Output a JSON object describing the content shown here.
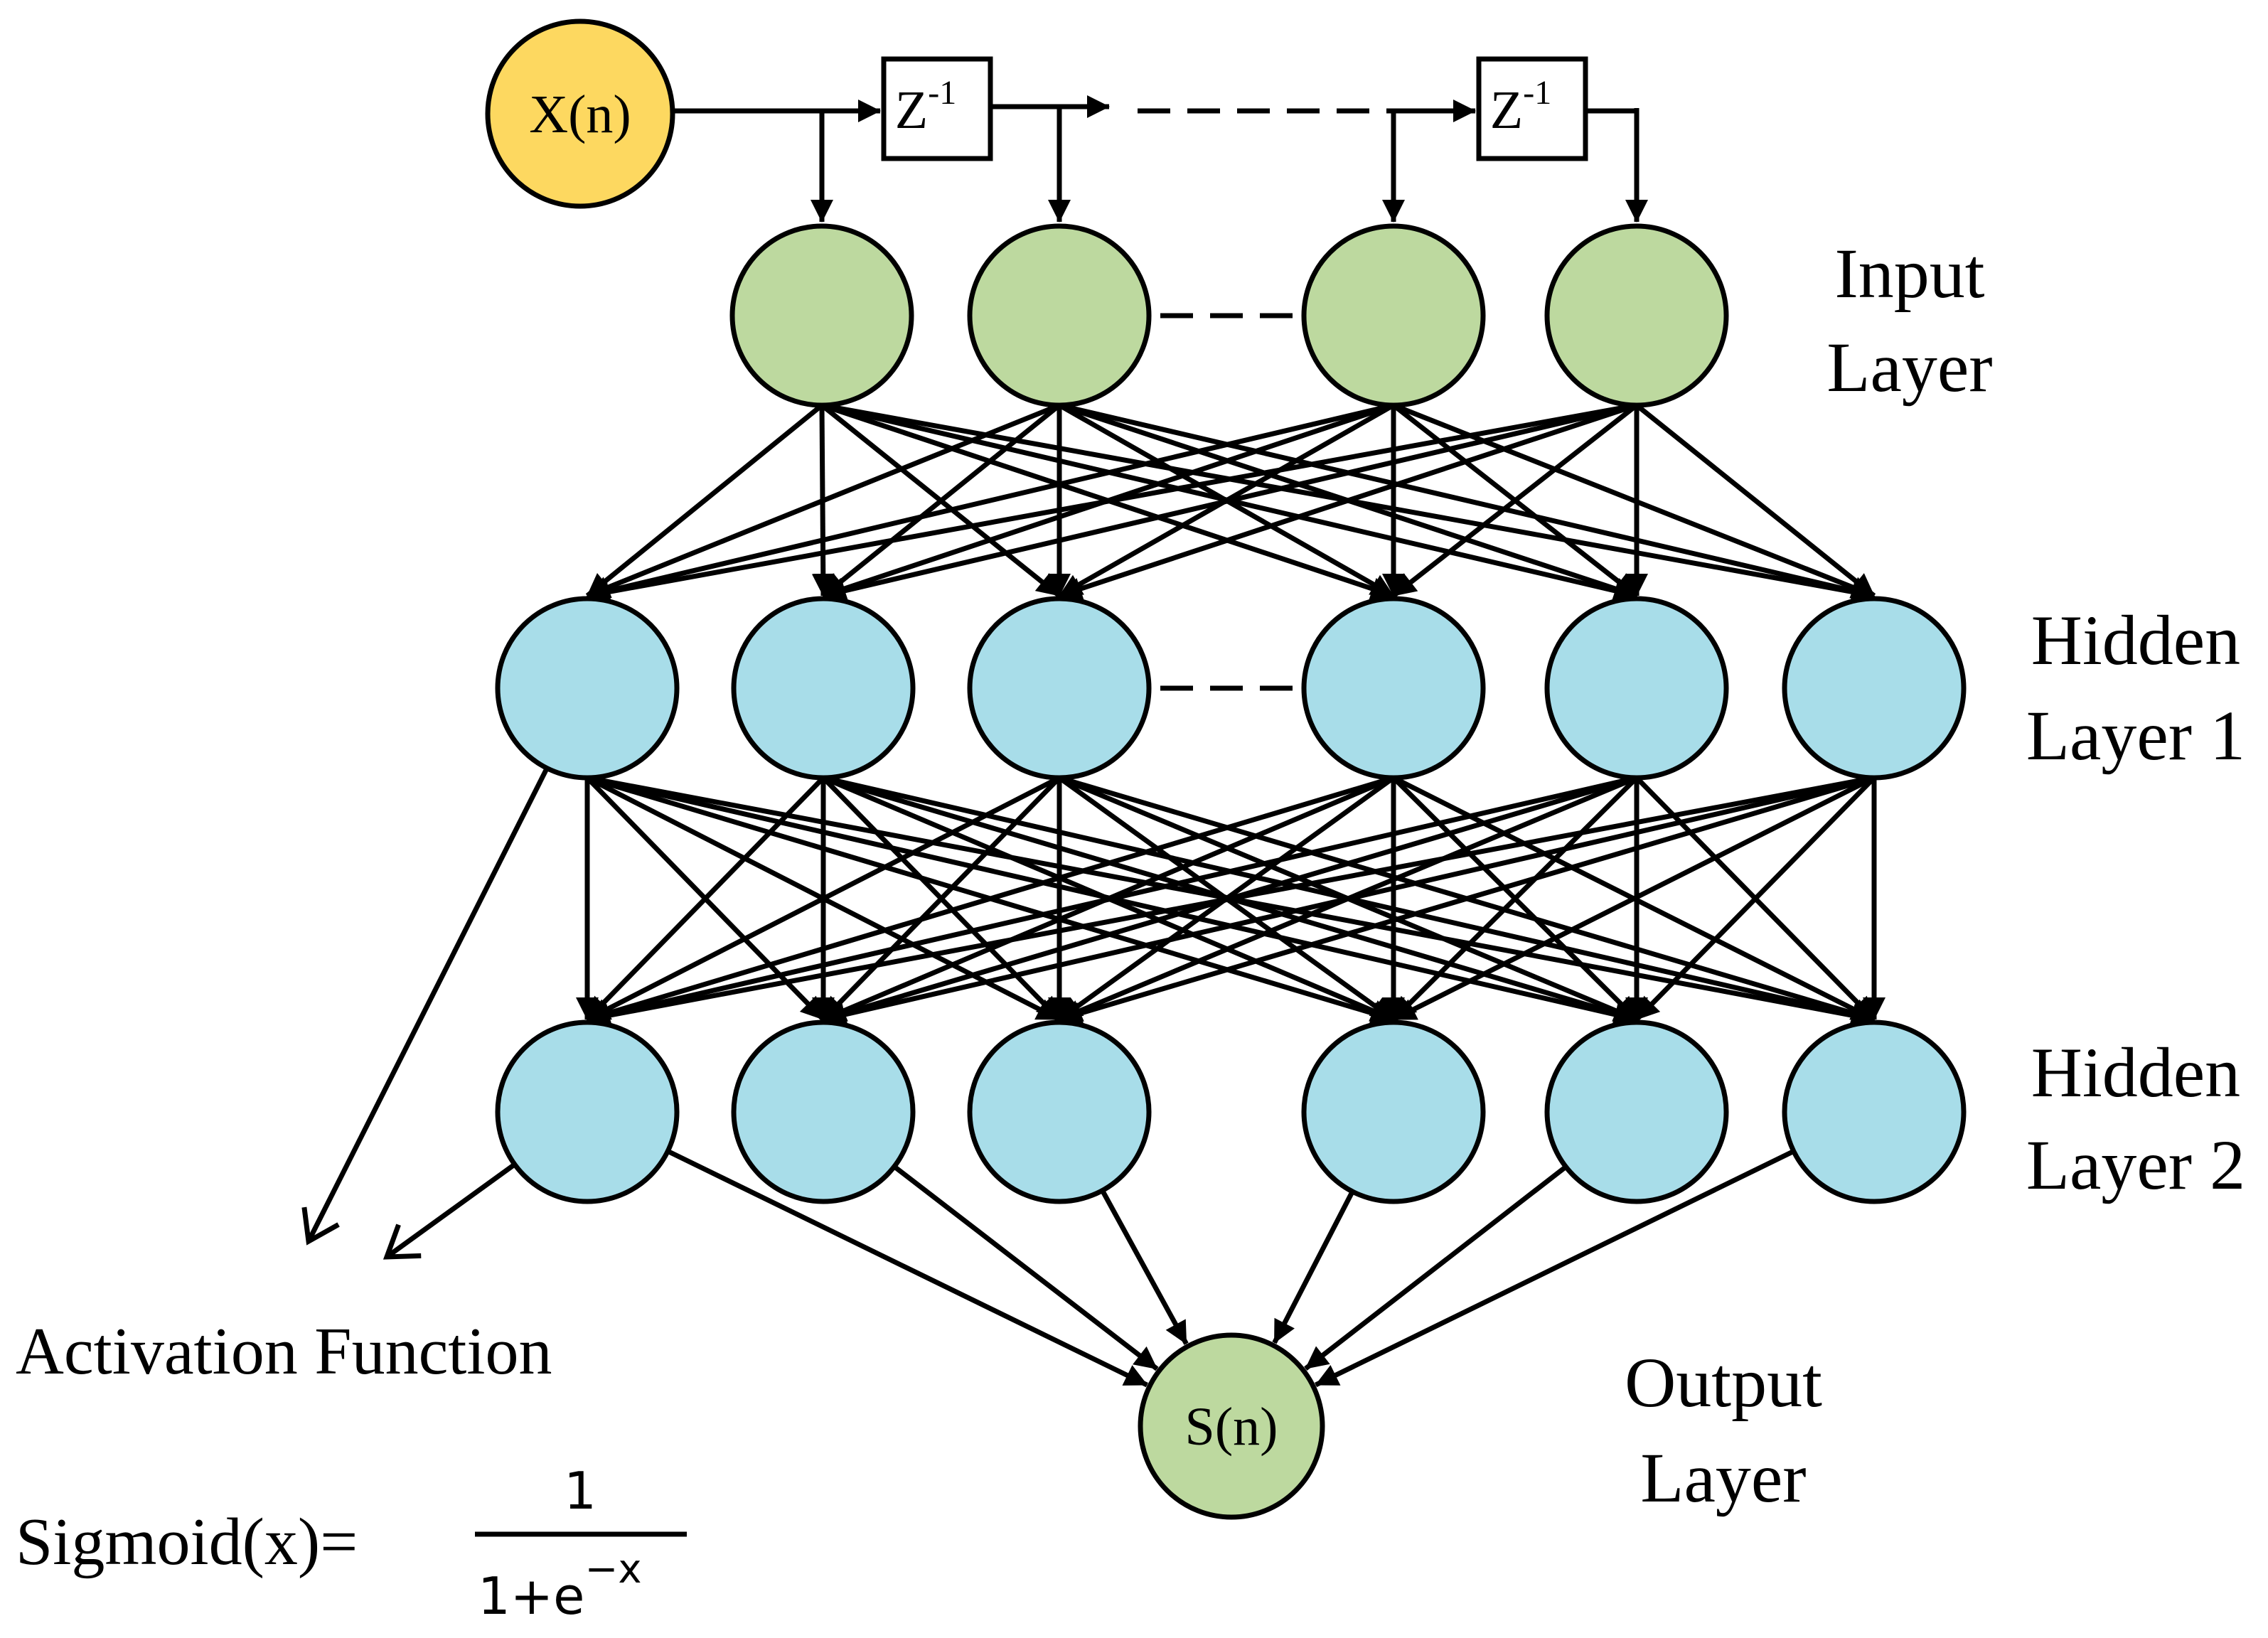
{
  "colors": {
    "source_node": "#FDD860",
    "input_node": "#BDD99F",
    "hidden_node": "#A8DDE9",
    "output_node": "#BDD99F",
    "stroke": "#000000"
  },
  "source": {
    "label": "X(n)"
  },
  "delay": {
    "label": "Z",
    "superscript": "-1"
  },
  "output": {
    "label": "S(n)"
  },
  "layers": {
    "input": {
      "line1": "Input",
      "line2": "Layer",
      "neuron_count": 4
    },
    "hidden1": {
      "line1": "Hidden",
      "line2": "Layer 1",
      "neuron_count": 6
    },
    "hidden2": {
      "line1": "Hidden",
      "line2": "Layer 2",
      "neuron_count": 6
    },
    "output": {
      "line1": "Output",
      "line2": "Layer",
      "neuron_count": 1
    }
  },
  "activation": {
    "title": "Activation Function",
    "lhs": "Sigmoid(x)=",
    "numerator": "1",
    "denominator": "1+e",
    "exponent": "−x"
  }
}
